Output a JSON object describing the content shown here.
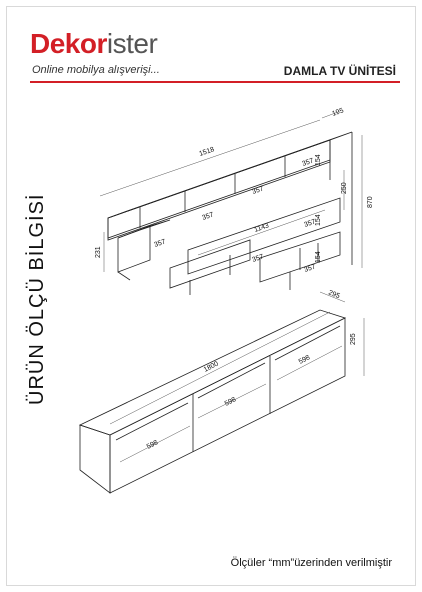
{
  "header": {
    "brand_part1": "Dekor",
    "brand_part2": "ister",
    "tagline": "Online mobilya alışverişi...",
    "product_title": "DAMLA TV ÜNİTESİ",
    "brand_color": "#d31f26"
  },
  "side_title": "ÜRÜN ÖLÇÜ BİLGİSİ",
  "top_unit": {
    "total_width": "1518",
    "depth": "195",
    "total_height": "870",
    "back_panel_height": "250",
    "lower_height": "231",
    "middle_span": "1143",
    "compartment": "357",
    "small_height": "154"
  },
  "bottom_unit": {
    "total_width": "1800",
    "depth": "295",
    "height": "295",
    "drawer_width": "598"
  },
  "footnote": "Ölçüler “mm”üzerinden verilmiştir"
}
